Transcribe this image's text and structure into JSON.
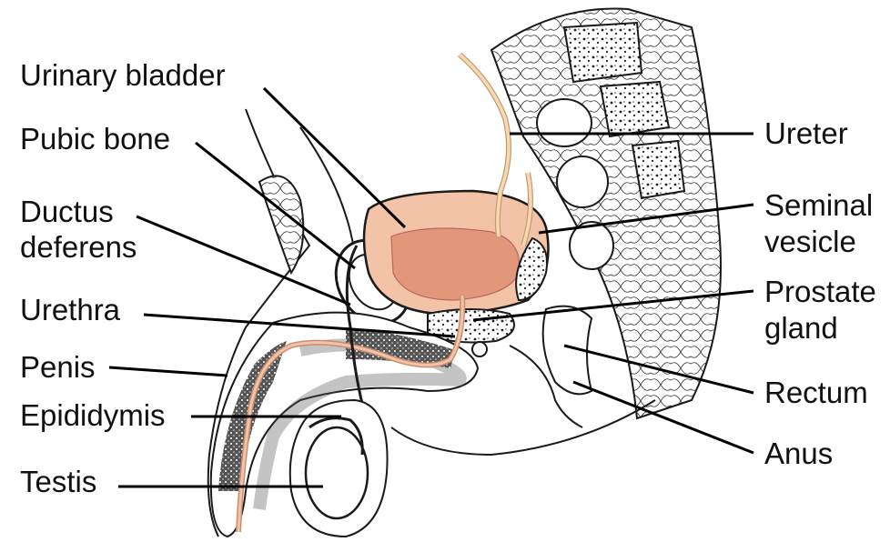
{
  "labels": {
    "urinary_bladder": "Urinary bladder",
    "pubic_bone": "Pubic bone",
    "ductus_deferens_1": "Ductus",
    "ductus_deferens_2": "deferens",
    "urethra": "Urethra",
    "penis": "Penis",
    "epididymis": "Epididymis",
    "testis": "Testis",
    "ureter": "Ureter",
    "seminal_vesicle_1": "Seminal",
    "seminal_vesicle_2": "vesicle",
    "prostate_gland_1": "Prostate",
    "prostate_gland_2": "gland",
    "rectum": "Rectum",
    "anus": "Anus"
  },
  "colors": {
    "organ_fill": "#f2c3a6",
    "organ_inner": "#e3977a",
    "ureter_fill": "#f6d9b8",
    "outline": "#1a1a1a",
    "leader": "#000000"
  }
}
